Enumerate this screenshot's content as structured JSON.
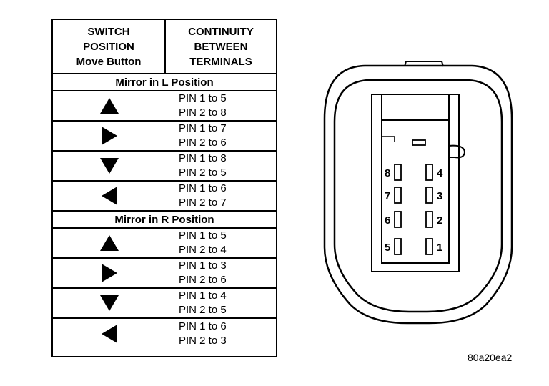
{
  "table": {
    "header": {
      "col1": [
        "SWITCH",
        "POSITION",
        "Move Button"
      ],
      "col2": [
        "CONTINUITY",
        "BETWEEN",
        "TERMINALS"
      ]
    },
    "sections": [
      {
        "title": "Mirror in L Position",
        "rows": [
          {
            "arrow": "up-arrow-icon",
            "pins": [
              "PIN 1 to 5",
              "PIN 2 to 8"
            ]
          },
          {
            "arrow": "right-arrow-icon",
            "pins": [
              "PIN 1 to 7",
              "PIN 2 to 6"
            ]
          },
          {
            "arrow": "down-arrow-icon",
            "pins": [
              "PIN 1 to 8",
              "PIN 2 to 5"
            ]
          },
          {
            "arrow": "left-arrow-icon",
            "pins": [
              "PIN 1 to 6",
              "PIN 2 to 7"
            ]
          }
        ]
      },
      {
        "title": "Mirror in R Position",
        "rows": [
          {
            "arrow": "up-arrow-icon",
            "pins": [
              "PIN 1 to 5",
              "PIN 2 to 4"
            ]
          },
          {
            "arrow": "right-arrow-icon",
            "pins": [
              "PIN 1 to 3",
              "PIN 2 to 6"
            ]
          },
          {
            "arrow": "down-arrow-icon",
            "pins": [
              "PIN 1 to 4",
              "PIN 2 to 5"
            ]
          },
          {
            "arrow": "left-arrow-icon",
            "pins": [
              "PIN 1 to 6",
              "PIN 2 to 3"
            ]
          }
        ]
      }
    ]
  },
  "connector": {
    "pins_left": [
      "8",
      "7",
      "6",
      "5"
    ],
    "pins_right": [
      "4",
      "3",
      "2",
      "1"
    ]
  },
  "figure_id": "80a20ea2"
}
